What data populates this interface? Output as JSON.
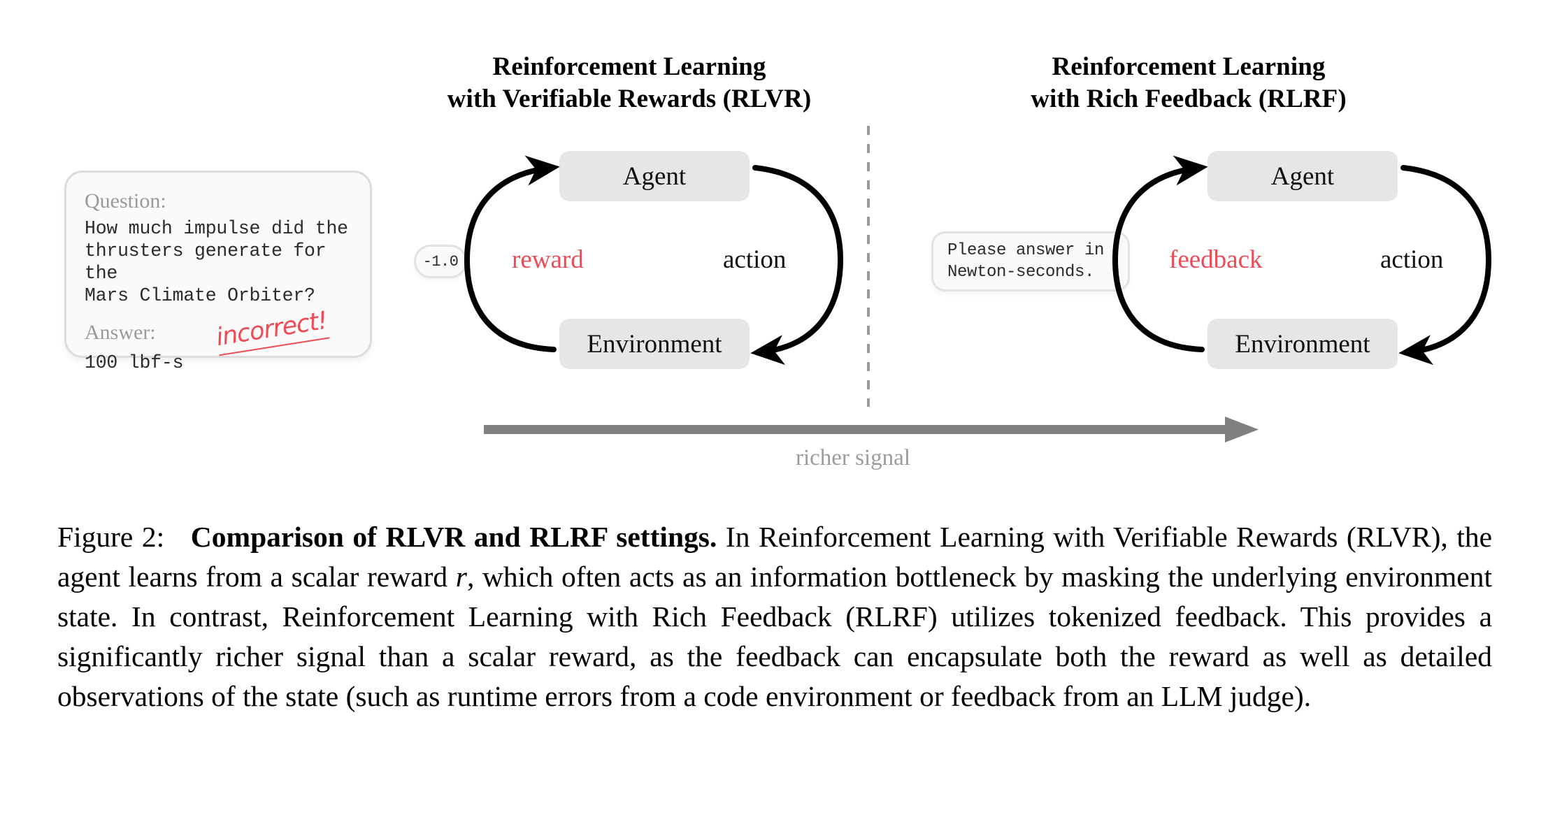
{
  "panels": {
    "left": {
      "title": "Reinforcement Learning\nwith Verifiable Rewards (RLVR)",
      "agent_label": "Agent",
      "environment_label": "Environment",
      "signal_label": "reward",
      "action_label": "action",
      "reward_value": "-1.0",
      "card": {
        "question_label": "Question:",
        "question_text": "How much impulse did the\nthrusters generate for the\nMars Climate Orbiter?",
        "answer_label": "Answer:",
        "answer_text": "100 lbf-s",
        "stamp": "incorrect!"
      }
    },
    "right": {
      "title": "Reinforcement Learning\nwith Rich Feedback (RLRF)",
      "agent_label": "Agent",
      "environment_label": "Environment",
      "signal_label": "feedback",
      "action_label": "action",
      "feedback_text": "Please answer in\nNewton-seconds."
    }
  },
  "richer_signal": {
    "label": "richer signal"
  },
  "caption": {
    "figure_number": "Figure 2:",
    "bold_title": "Comparison of RLVR and RLRF settings.",
    "body_part_1": " In Reinforcement Learning with Verifiable Rewards (RLVR), the agent learns from a scalar reward ",
    "italic_symbol": "r",
    "body_part_2": ", which often acts as an information bottleneck by masking the underlying environment state. In contrast, Reinforcement Learning with Rich Feedback (RLRF) utilizes tokenized feedback. This provides a significantly richer signal than a scalar reward, as the feedback can encapsulate both the reward as well as detailed observations of the state (such as runtime errors from a code environment or feedback from an LLM judge)."
  },
  "colors": {
    "accent_red": "#ef4b56",
    "node_gray": "#e6e6e6",
    "card_bg": "#fafafa",
    "card_border": "#dcdcdc",
    "muted_gray": "#9a9a9a",
    "arrow_gray": "#808080"
  }
}
